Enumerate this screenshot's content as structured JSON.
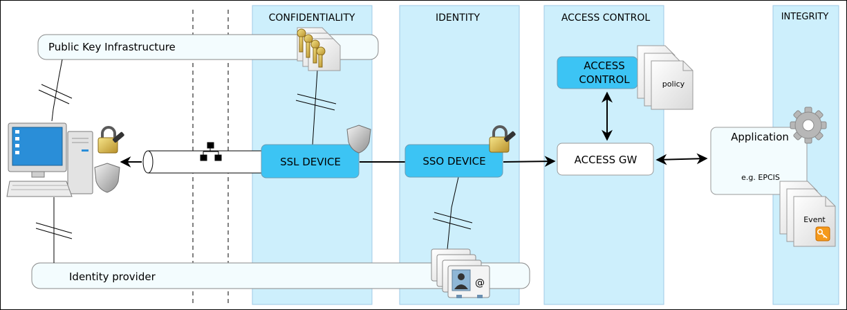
{
  "columns": {
    "confidentiality": "CONFIDENTIALITY",
    "identity": "IDENTITY",
    "access_control": "ACCESS CONTROL",
    "integrity": "INTEGRITY"
  },
  "bars": {
    "pki": "Public Key Infrastructure",
    "idp": "Identity provider"
  },
  "nodes": {
    "ssl": "SSL DEVICE",
    "sso": "SSO DEVICE",
    "access_control_1": "ACCESS",
    "access_control_2": "CONTROL",
    "access_gw": "ACCESS GW",
    "application": "Application",
    "application_sub": "e.g. EPCIS"
  },
  "documents": {
    "policy": "policy",
    "event": "Event"
  },
  "colors": {
    "column_fill": "#cdeffc",
    "column_stroke": "#9fc9e6",
    "device_fill": "#3cc4f4",
    "bar_fill": "#f3fcfe",
    "line": "#000000"
  }
}
